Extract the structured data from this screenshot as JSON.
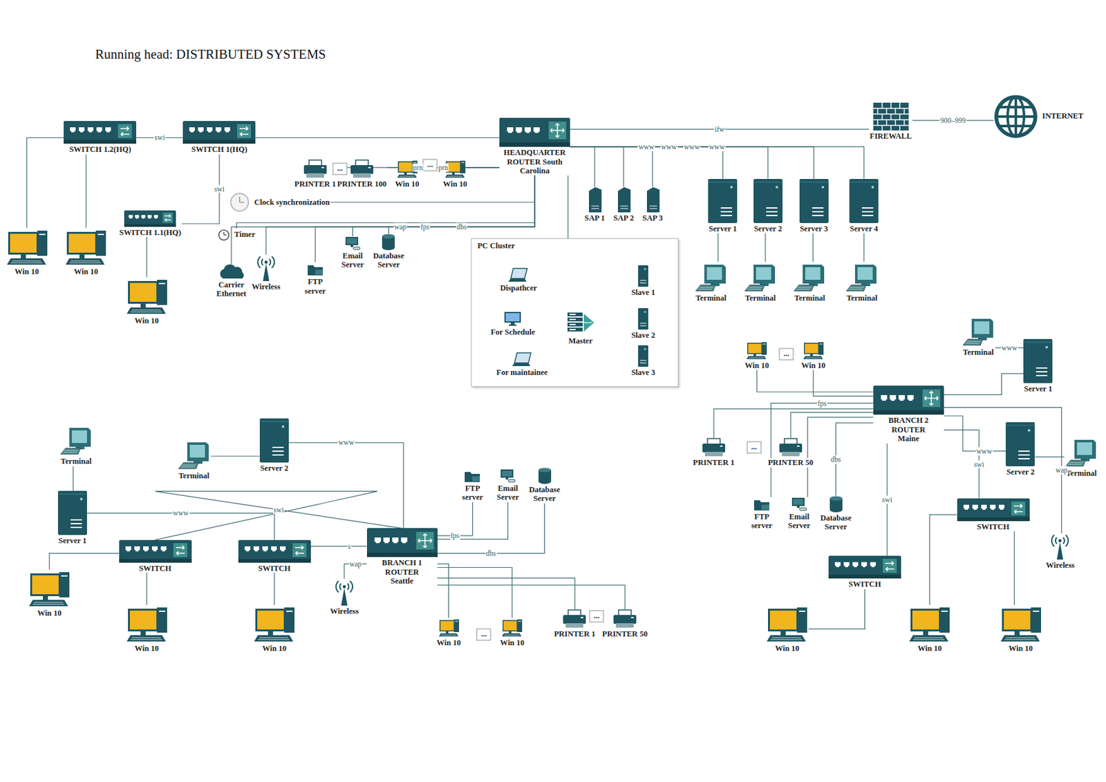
{
  "diagram": {
    "title": "Running head: DISTRIBUTED SYSTEMS",
    "nodes": [
      {
        "text": [
          "SWITCH 1.2(HQ)"
        ]
      },
      {
        "text": [
          "SWITCH 1(HQ)"
        ]
      },
      {
        "text": [
          "PRINTER 1"
        ]
      },
      {
        "text": [
          "PRINTER 100"
        ]
      },
      {
        "text": [
          "Win 10"
        ]
      },
      {
        "text": [
          "Win 10"
        ]
      },
      {
        "text": [
          "HEADQUARTER ROUTER South Carolina"
        ]
      },
      {
        "text": [
          "FIREWALL"
        ]
      },
      {
        "text": [
          "INTERNET"
        ]
      },
      {
        "text": [
          "SWITCH 1.1(HQ)"
        ]
      },
      {
        "text": [
          "Clock synchronization"
        ]
      },
      {
        "text": [
          "Timer"
        ]
      },
      {
        "text": [
          "SAP 1"
        ]
      },
      {
        "text": [
          "SAP 2"
        ]
      },
      {
        "text": [
          "SAP 3"
        ]
      },
      {
        "text": [
          "Server 1"
        ]
      },
      {
        "text": [
          "Server 2"
        ]
      },
      {
        "text": [
          "Server 3"
        ]
      },
      {
        "text": [
          "Server 4"
        ]
      },
      {
        "text": [
          "Terminal"
        ]
      },
      {
        "text": [
          "Terminal"
        ]
      },
      {
        "text": [
          "Terminal"
        ]
      },
      {
        "text": [
          "Terminal"
        ]
      },
      {
        "text": [
          "Win 10"
        ]
      },
      {
        "text": [
          "Win 10"
        ]
      },
      {
        "text": [
          "Win 10"
        ]
      },
      {
        "text": [
          "Carrier Ethernet"
        ]
      },
      {
        "text": [
          "Wireless"
        ]
      },
      {
        "text": [
          "FTP server"
        ]
      },
      {
        "text": [
          "Email Server"
        ]
      },
      {
        "text": [
          "Database Server"
        ]
      },
      {
        "text": [
          "PC Cluster"
        ]
      },
      {
        "text": [
          "Dispathcer"
        ],
        "in": 31
      },
      {
        "text": [
          "For Schedule"
        ],
        "in": 31
      },
      {
        "text": [
          "For maintainee"
        ],
        "in": 31
      },
      {
        "text": [
          "Master"
        ],
        "in": 31
      },
      {
        "text": [
          "Slave 1"
        ],
        "in": 31
      },
      {
        "text": [
          "Slave 2"
        ],
        "in": 31
      },
      {
        "text": [
          "Slave 3"
        ],
        "in": 31
      },
      {
        "text": [
          "Win 10"
        ]
      },
      {
        "text": [
          "Win 10"
        ]
      },
      {
        "text": [
          "Terminal"
        ]
      },
      {
        "text": [
          "Server 1"
        ]
      },
      {
        "text": [
          "BRANCH 2 ROUTER Maine"
        ]
      },
      {
        "text": [
          "PRINTER 1"
        ]
      },
      {
        "text": [
          "PRINTER 50"
        ]
      },
      {
        "text": [
          "Server 2"
        ]
      },
      {
        "text": [
          "Terminal"
        ]
      },
      {
        "text": [
          "FTP server"
        ]
      },
      {
        "text": [
          "Email Server"
        ]
      },
      {
        "text": [
          "Database Server"
        ]
      },
      {
        "text": [
          "SWITCH"
        ]
      },
      {
        "text": [
          "Wireless"
        ]
      },
      {
        "text": [
          "SWITCH"
        ]
      },
      {
        "text": [
          "Win 10"
        ]
      },
      {
        "text": [
          "Win 10"
        ]
      },
      {
        "text": [
          "Win 10"
        ]
      },
      {
        "text": [
          "Terminal"
        ]
      },
      {
        "text": [
          "Terminal"
        ]
      },
      {
        "text": [
          "Server 2"
        ]
      },
      {
        "text": [
          "Server 1"
        ]
      },
      {
        "text": [
          "SWITCH"
        ]
      },
      {
        "text": [
          "SWITCH"
        ]
      },
      {
        "text": [
          "BRANCH 1 ROUTER Seattle"
        ]
      },
      {
        "text": [
          "FTP server"
        ]
      },
      {
        "text": [
          "Email Server"
        ]
      },
      {
        "text": [
          "Database Server"
        ]
      },
      {
        "text": [
          "Wireless"
        ]
      },
      {
        "text": [
          "Win 10"
        ]
      },
      {
        "text": [
          "Win 10"
        ]
      },
      {
        "text": [
          "Win 10"
        ]
      },
      {
        "text": [
          "Win 10"
        ]
      },
      {
        "text": [
          "Win 10"
        ]
      },
      {
        "text": [
          "PRINTER 1"
        ]
      },
      {
        "text": [
          "PRINTER 50"
        ]
      }
    ],
    "edges": [
      {
        "from": 0,
        "to": 1,
        "label": "swi",
        "arrow": "none"
      },
      {
        "from": 1,
        "to": 9,
        "label": "swi",
        "arrow": "none"
      },
      {
        "from": 0,
        "to": 23,
        "arrow": "none"
      },
      {
        "from": 0,
        "to": 24,
        "arrow": "none"
      },
      {
        "from": 9,
        "to": 25,
        "arrow": "none"
      },
      {
        "from": 6,
        "to": 1,
        "arrow": "none"
      },
      {
        "from": 6,
        "to": 2,
        "label": "prn",
        "arrow": "none"
      },
      {
        "from": 6,
        "to": 3,
        "label": "prn",
        "arrow": "none"
      },
      {
        "from": 6,
        "to": 4,
        "arrow": "none"
      },
      {
        "from": 6,
        "to": 5,
        "arrow": "none"
      },
      {
        "from": 6,
        "to": 7,
        "label": "ifw",
        "arrow": "none"
      },
      {
        "from": 7,
        "to": 8,
        "label": "900–999",
        "arrow": "none"
      },
      {
        "from": 6,
        "to": 15,
        "label": "www",
        "arrow": "none"
      },
      {
        "from": 6,
        "to": 16,
        "label": "www",
        "arrow": "none"
      },
      {
        "from": 6,
        "to": 17,
        "label": "www",
        "arrow": "none"
      },
      {
        "from": 6,
        "to": 18,
        "label": "www",
        "arrow": "none"
      },
      {
        "from": 15,
        "to": 19,
        "arrow": "none"
      },
      {
        "from": 16,
        "to": 20,
        "arrow": "none"
      },
      {
        "from": 17,
        "to": 21,
        "arrow": "none"
      },
      {
        "from": 18,
        "to": 22,
        "arrow": "none"
      },
      {
        "from": 6,
        "to": 12,
        "arrow": "none"
      },
      {
        "from": 6,
        "to": 13,
        "arrow": "none"
      },
      {
        "from": 6,
        "to": 14,
        "arrow": "none"
      },
      {
        "from": 6,
        "to": 10,
        "arrow": "none"
      },
      {
        "from": 6,
        "to": 11,
        "arrow": "none"
      },
      {
        "from": 6,
        "to": 26,
        "arrow": "none"
      },
      {
        "from": 6,
        "to": 27,
        "label": "wap",
        "arrow": "none"
      },
      {
        "from": 6,
        "to": 28,
        "label": "fps",
        "arrow": "none"
      },
      {
        "from": 6,
        "to": 29,
        "arrow": "none"
      },
      {
        "from": 6,
        "to": 30,
        "label": "dbs",
        "arrow": "none"
      },
      {
        "from": 6,
        "to": 35,
        "arrow": "none"
      },
      {
        "from": 32,
        "to": 35,
        "arrow": "none"
      },
      {
        "from": 33,
        "to": 35,
        "arrow": "none"
      },
      {
        "from": 34,
        "to": 35,
        "arrow": "none"
      },
      {
        "from": 35,
        "to": 36,
        "arrow": "none"
      },
      {
        "from": 35,
        "to": 37,
        "arrow": "none"
      },
      {
        "from": 35,
        "to": 38,
        "arrow": "none"
      },
      {
        "from": 43,
        "to": 39,
        "arrow": "none"
      },
      {
        "from": 43,
        "to": 40,
        "arrow": "none"
      },
      {
        "from": 43,
        "to": 44,
        "arrow": "none"
      },
      {
        "from": 43,
        "to": 45,
        "arrow": "none"
      },
      {
        "from": 43,
        "to": 48,
        "label": "fps",
        "arrow": "none"
      },
      {
        "from": 43,
        "to": 49,
        "arrow": "none"
      },
      {
        "from": 43,
        "to": 50,
        "label": "dbs",
        "arrow": "none"
      },
      {
        "from": 43,
        "to": 42,
        "arrow": "none"
      },
      {
        "from": 42,
        "to": 41,
        "label": "www",
        "arrow": "none"
      },
      {
        "from": 43,
        "to": 46,
        "label": "www",
        "arrow": "none"
      },
      {
        "from": 46,
        "to": 47,
        "arrow": "none"
      },
      {
        "from": 43,
        "to": 52,
        "label": "wap",
        "arrow": "none"
      },
      {
        "from": 43,
        "to": 51,
        "label": "swi",
        "arrow": "none"
      },
      {
        "from": 43,
        "to": 53,
        "label": "swi",
        "arrow": "none"
      },
      {
        "from": 53,
        "to": 54,
        "arrow": "none"
      },
      {
        "from": 51,
        "to": 55,
        "arrow": "none"
      },
      {
        "from": 51,
        "to": 56,
        "arrow": "none"
      },
      {
        "from": 63,
        "to": 61,
        "label": "swi",
        "arrow": "none"
      },
      {
        "from": 63,
        "to": 62,
        "label": "s",
        "arrow": "none"
      },
      {
        "from": 63,
        "to": 59,
        "label": "www",
        "arrow": "none"
      },
      {
        "from": 59,
        "to": 58,
        "arrow": "none"
      },
      {
        "from": 62,
        "to": 60,
        "label": "www",
        "arrow": "none"
      },
      {
        "from": 60,
        "to": 57,
        "arrow": "none"
      },
      {
        "from": 61,
        "to": 68,
        "arrow": "none"
      },
      {
        "from": 61,
        "to": 69,
        "arrow": "none"
      },
      {
        "from": 62,
        "to": 70,
        "arrow": "none"
      },
      {
        "from": 63,
        "to": 67,
        "label": "wap",
        "arrow": "none"
      },
      {
        "from": 63,
        "to": 64,
        "label": "fps",
        "arrow": "none"
      },
      {
        "from": 63,
        "to": 65,
        "arrow": "none"
      },
      {
        "from": 63,
        "to": 66,
        "label": "dbs",
        "arrow": "none"
      },
      {
        "from": 63,
        "to": 71,
        "arrow": "none"
      },
      {
        "from": 63,
        "to": 72,
        "arrow": "none"
      },
      {
        "from": 63,
        "to": 73,
        "arrow": "none"
      },
      {
        "from": 63,
        "to": 74,
        "arrow": "none"
      }
    ],
    "labels": [
      "...",
      "...",
      "...",
      "...",
      "...",
      "..."
    ]
  }
}
